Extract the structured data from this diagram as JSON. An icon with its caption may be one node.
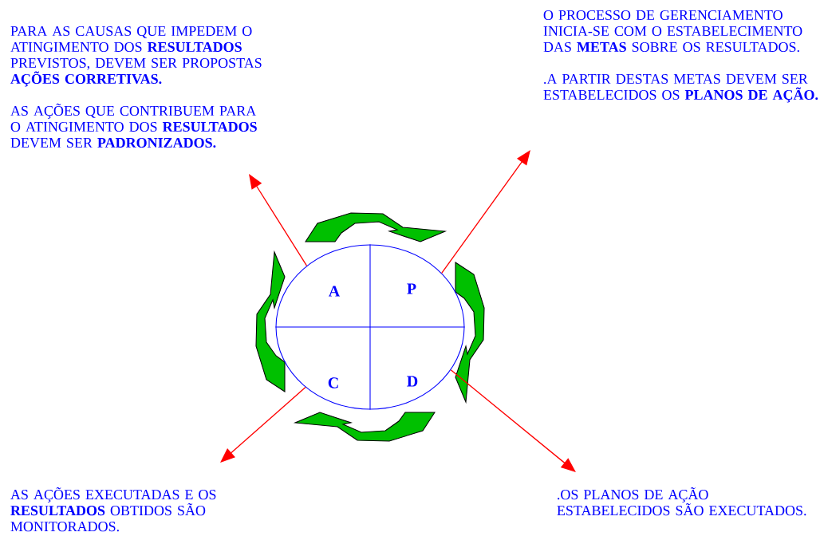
{
  "diagram": {
    "nodes": [
      {
        "text": [
          "A",
          "P",
          "C",
          "D"
        ]
      },
      {
        "text": [
          "PARA AS CAUSAS QUE IMPEDEM O ATINGIMENTO DOS **RESULTADOS** PREVISTOS, DEVEM SER PROPOSTAS **AÇÕES CORRETIVAS.**",
          "AS AÇÕES QUE CONTRIBUEM PARA O ATINGIMENTO DOS **RESULTADOS** DEVEM SER **PADRONIZADOS.**"
        ]
      },
      {
        "text": [
          "O PROCESSO DE GERENCIAMENTO INICIA-SE COM O ESTABELECIMENTO DAS **METAS** SOBRE OS RESULTADOS.",
          ".A PARTIR DESTAS METAS DEVEM SER ESTABELECIDOS OS **PLANOS DE AÇÃO.**"
        ]
      },
      {
        "text": [
          "AS AÇÕES EXECUTADAS E OS **RESULTADOS** OBTIDOS SÃO MONITORADOS."
        ]
      },
      {
        "text": [
          ".OS PLANOS DE AÇÃO ESTABELECIDOS SÃO EXECUTADOS."
        ]
      }
    ],
    "edges": [
      {
        "from": 0,
        "to": 1,
        "arrow": "to"
      },
      {
        "from": 0,
        "to": 2,
        "arrow": "to"
      },
      {
        "from": 0,
        "to": 3,
        "arrow": "to"
      },
      {
        "from": 0,
        "to": 4,
        "arrow": "to"
      }
    ]
  }
}
